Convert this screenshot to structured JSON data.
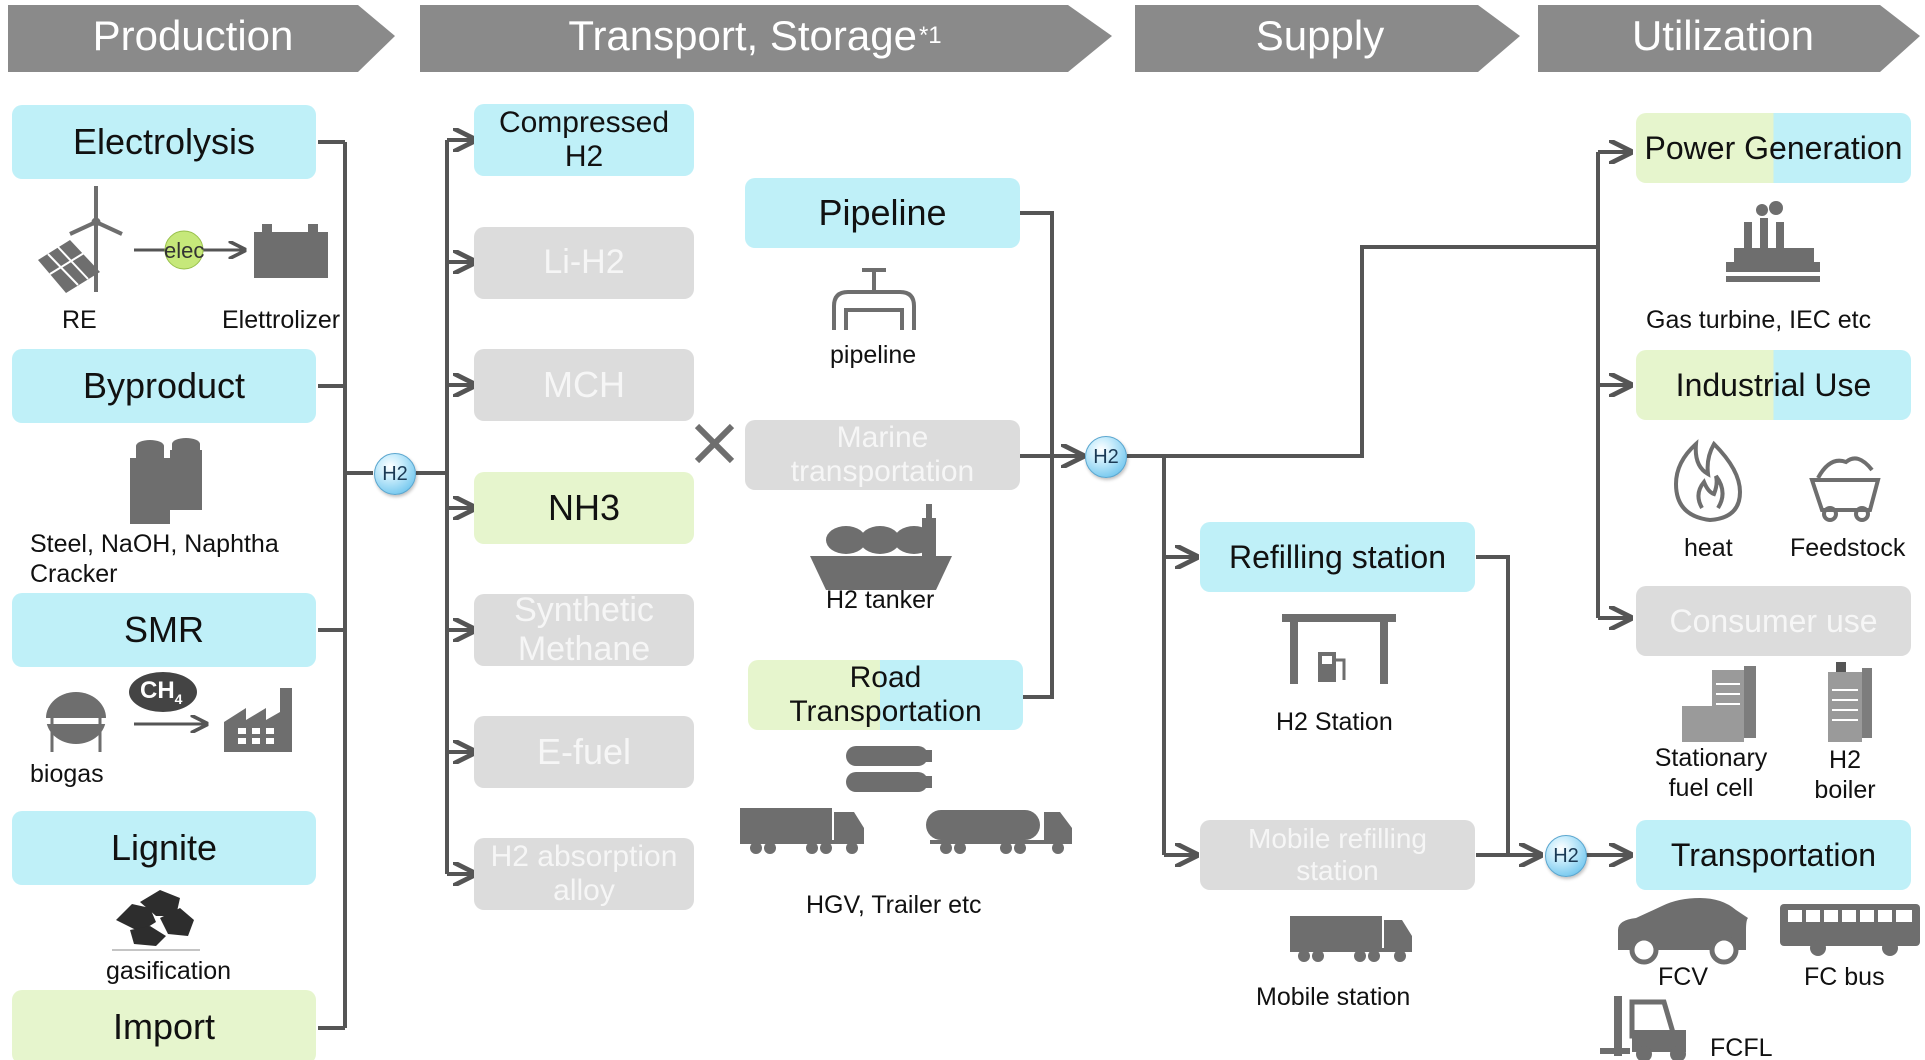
{
  "headers": {
    "production": "Production",
    "transport": "Transport, Storage",
    "transport_note": "*1",
    "supply": "Supply",
    "utilization": "Utilization"
  },
  "production": {
    "electrolysis": "Electrolysis",
    "re_label": "RE",
    "elec_label": "elec",
    "electrolyzer_label": "Elettrolizer",
    "byproduct": "Byproduct",
    "byproduct_caption_1": "Steel, NaOH, Naphtha",
    "byproduct_caption_2": "Cracker",
    "smr": "SMR",
    "ch4_label": "CH",
    "ch4_sub": "4",
    "biogas_label": "biogas",
    "lignite": "Lignite",
    "gasification_label": "gasification",
    "import": "Import"
  },
  "carriers": {
    "compressed_h2_1": "Compressed",
    "compressed_h2_2": "H2",
    "li_h2": "Li-H2",
    "mch": "MCH",
    "nh3": "NH3",
    "synthetic_methane_1": "Synthetic",
    "synthetic_methane_2": "Methane",
    "efuel": "E-fuel",
    "h2_absorption_1": "H2 absorption",
    "h2_absorption_2": "alloy"
  },
  "transport_modes": {
    "pipeline": "Pipeline",
    "pipeline_caption": "pipeline",
    "marine_1": "Marine",
    "marine_2": "transportation",
    "tanker_caption": "H2 tanker",
    "road_1": "Road",
    "road_2": "Transportation",
    "hgv_caption": "HGV, Trailer etc"
  },
  "supply": {
    "refilling_station": "Refilling station",
    "h2_station_caption": "H2 Station",
    "mobile_refilling_1": "Mobile refilling",
    "mobile_refilling_2": "station",
    "mobile_station_caption": "Mobile station"
  },
  "utilization": {
    "power_generation": "Power Generation",
    "gas_turbine_caption": "Gas turbine, IEC etc",
    "industrial_use": "Industrial Use",
    "heat_caption": "heat",
    "feedstock_caption": "Feedstock",
    "consumer_use": "Consumer use",
    "stationary_1": "Stationary",
    "stationary_2": "fuel cell",
    "boiler_1": "H2",
    "boiler_2": "boiler",
    "transportation": "Transportation",
    "fcv_caption": "FCV",
    "fcbus_caption": "FC bus",
    "fcfl_caption": "FCFL"
  },
  "nodes": {
    "h2": "H2"
  },
  "colors": {
    "header_grey": "#8a8a8a",
    "cyan_box": "#bff0f8",
    "lime_box": "#e6f5cd",
    "grey_box": "#dcdcdc",
    "line": "#555555",
    "icon_grey": "#6e6e6e"
  }
}
